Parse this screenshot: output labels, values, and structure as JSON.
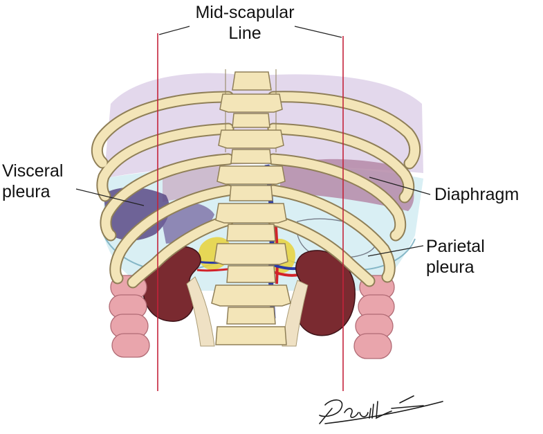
{
  "labels": {
    "mid_scapular_line": [
      "Mid-scapular",
      "Line"
    ],
    "visceral_pleura": [
      "Visceral",
      "pleura"
    ],
    "diaphragm": [
      "Diaphragm"
    ],
    "parietal_pleura": [
      "Parietal",
      "pleura"
    ]
  },
  "signature": {
    "text": "Ravitt"
  },
  "colors": {
    "bone": "#f3e5b8",
    "bone_outline": "#8f7f57",
    "kidney": "#7a2a30",
    "colon": "#e9a5ac",
    "guide_line": "#c4223a",
    "pleura_lavender": "#d9cbe6",
    "pleura_blue": "#bfe4ec",
    "diaphragm": "#b58aa8",
    "visceral_pleura_dark": "#5a4a86",
    "fat": "#e8d23a",
    "artery": "#d2232a",
    "vein": "#2b3ba6"
  }
}
